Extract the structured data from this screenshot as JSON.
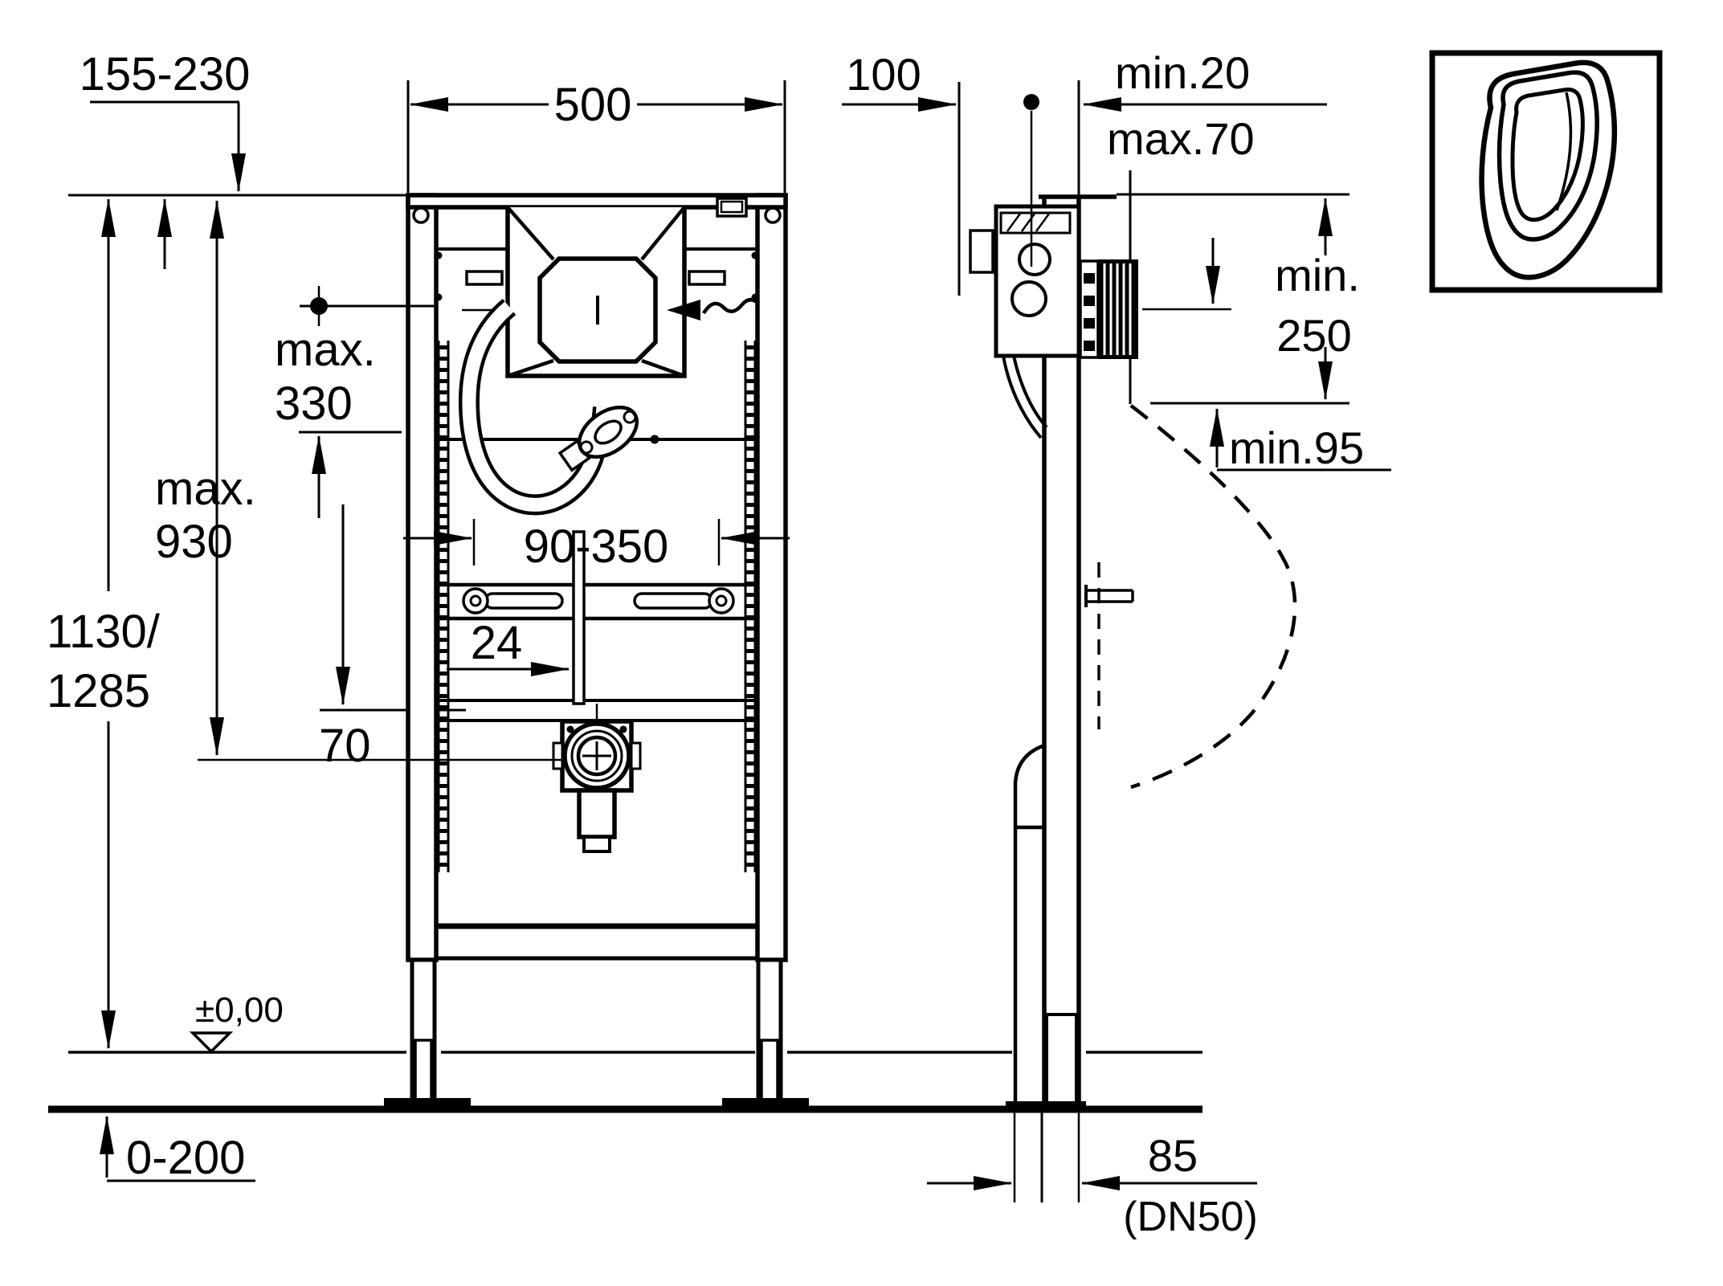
{
  "drawing": {
    "labels": {
      "front": {
        "top_offset": "155-230",
        "width": "500",
        "inlet_l1": "max.",
        "inlet_l2": "330",
        "drain_height_l1": "max.",
        "drain_height_l2": "930",
        "overall_l1": "1130/",
        "overall_l2": "1285",
        "bracket_range": "90-350",
        "stud_offset": "24",
        "plate_offset": "70",
        "floor_level": "±0,00",
        "floor_range": "0-200"
      },
      "side": {
        "depth": "100",
        "cover_min": "min.20",
        "cover_max": "max.70",
        "outlet_l1": "min.",
        "outlet_l2": "250",
        "rim_clearance": "min.95",
        "drain_offset": "85",
        "drain_size": "(DN50)"
      }
    },
    "colors": {
      "ink": "#000000",
      "paper": "#ffffff"
    },
    "icons": {
      "legend": "urinal-icon",
      "water_inlet": "water-inlet-arrow-icon",
      "level_mark": "floor-level-triangle-icon"
    }
  }
}
